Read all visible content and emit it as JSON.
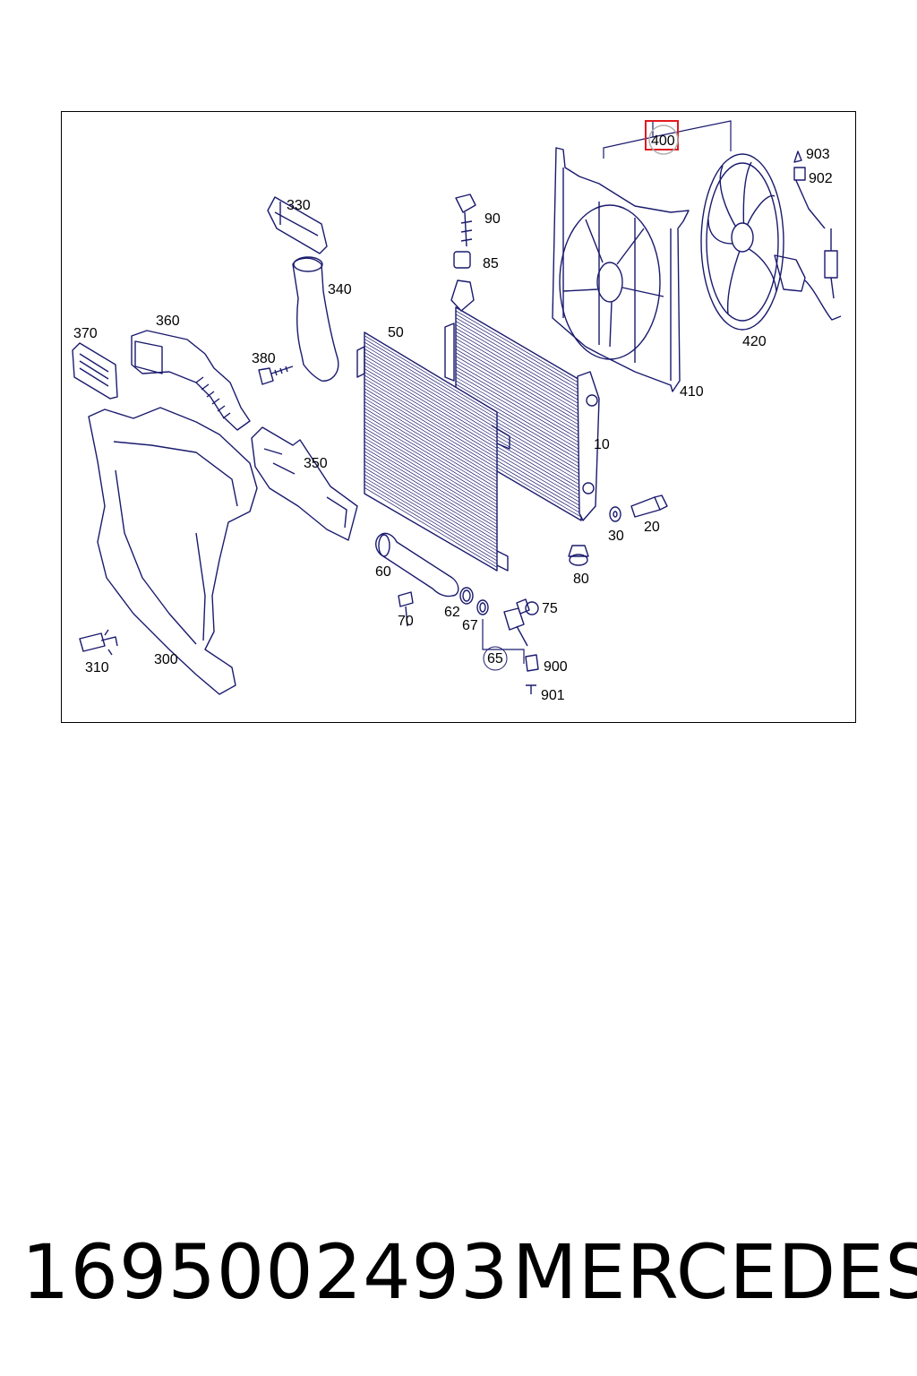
{
  "diagram": {
    "highlighted_callout": "400",
    "callouts": [
      {
        "id": "c400",
        "label": "400"
      },
      {
        "id": "c903",
        "label": "903"
      },
      {
        "id": "c902",
        "label": "902"
      },
      {
        "id": "c330",
        "label": "330"
      },
      {
        "id": "c90",
        "label": "90"
      },
      {
        "id": "c85",
        "label": "85"
      },
      {
        "id": "c340",
        "label": "340"
      },
      {
        "id": "c370",
        "label": "370"
      },
      {
        "id": "c360",
        "label": "360"
      },
      {
        "id": "c50",
        "label": "50"
      },
      {
        "id": "c380",
        "label": "380"
      },
      {
        "id": "c420",
        "label": "420"
      },
      {
        "id": "c410",
        "label": "410"
      },
      {
        "id": "c10",
        "label": "10"
      },
      {
        "id": "c350",
        "label": "350"
      },
      {
        "id": "c20",
        "label": "20"
      },
      {
        "id": "c30",
        "label": "30"
      },
      {
        "id": "c60",
        "label": "60"
      },
      {
        "id": "c80",
        "label": "80"
      },
      {
        "id": "c75",
        "label": "75"
      },
      {
        "id": "c70",
        "label": "70"
      },
      {
        "id": "c62",
        "label": "62"
      },
      {
        "id": "c67",
        "label": "67"
      },
      {
        "id": "c65",
        "label": "65"
      },
      {
        "id": "c900",
        "label": "900"
      },
      {
        "id": "c901",
        "label": "901"
      },
      {
        "id": "c310",
        "label": "310"
      },
      {
        "id": "c300",
        "label": "300"
      }
    ],
    "colors": {
      "line": "#1a1a6e",
      "highlight_box": "#e0191f",
      "highlight_circle": "#b0b0b0"
    }
  },
  "footer": {
    "part_number": "1695002493",
    "brand": "MERCEDES"
  }
}
